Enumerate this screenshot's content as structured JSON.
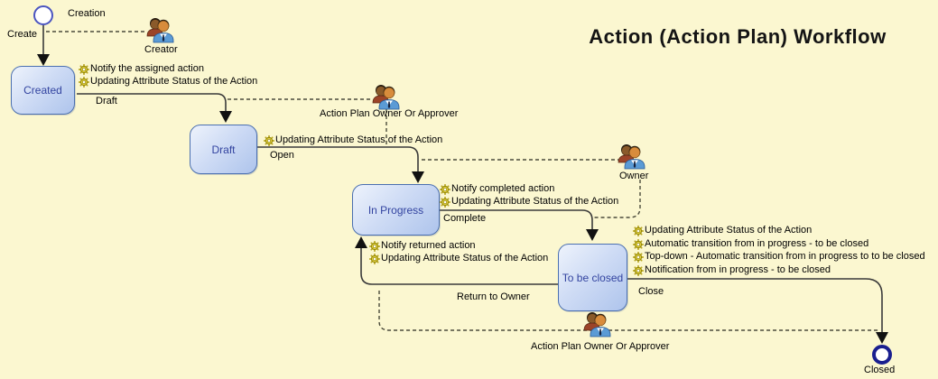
{
  "title": "Action (Action Plan) Workflow",
  "nodes": {
    "creation": {
      "label": "Creation"
    },
    "created": {
      "label": "Created"
    },
    "draft": {
      "label": "Draft"
    },
    "in_progress": {
      "label": "In Progress"
    },
    "to_be_closed": {
      "label": "To be closed"
    },
    "closed": {
      "label": "Closed"
    }
  },
  "actors": {
    "creator": {
      "label": "Creator"
    },
    "approver_top": {
      "label": "Action Plan Owner Or Approver"
    },
    "owner": {
      "label": "Owner"
    },
    "approver_bottom": {
      "label": "Action Plan Owner Or Approver"
    }
  },
  "transitions": {
    "create": {
      "label": "Create",
      "actions": []
    },
    "draft": {
      "label": "Draft",
      "actions": [
        "Notify the assigned action",
        "Updating Attribute Status of the Action"
      ]
    },
    "open": {
      "label": "Open",
      "actions": [
        "Updating Attribute Status of the Action"
      ]
    },
    "complete": {
      "label": "Complete",
      "actions": [
        "Notify completed action",
        "Updating Attribute Status of the Action"
      ]
    },
    "return_to_owner": {
      "label": "Return to Owner",
      "actions": [
        "Notify returned action",
        "Updating Attribute Status of the Action"
      ]
    },
    "close": {
      "label": "Close",
      "actions": [
        "Updating Attribute Status of the Action",
        "Automatic transition from in progress - to be closed",
        "Top-down - Automatic transition from in progress to to be closed",
        "Notification from in progress - to be closed"
      ]
    }
  },
  "icons": {
    "gear": "gear-icon",
    "person": "person-actor-icon",
    "start": "start-node-circle",
    "end": "end-node-circle"
  },
  "colors": {
    "background": "#FBF7D0",
    "state_border": "#4A6FB0",
    "state_fill_top": "#EEF3FC",
    "state_fill_bottom": "#AEC4EC",
    "state_text": "#3344A0",
    "solid_line": "#3A3A3A",
    "dashed_line": "#4A4A3A",
    "gear_gold": "#C9B227",
    "start_node_border": "#4B55C0",
    "end_node_border": "#1A1F8F",
    "title_text": "#141414"
  }
}
